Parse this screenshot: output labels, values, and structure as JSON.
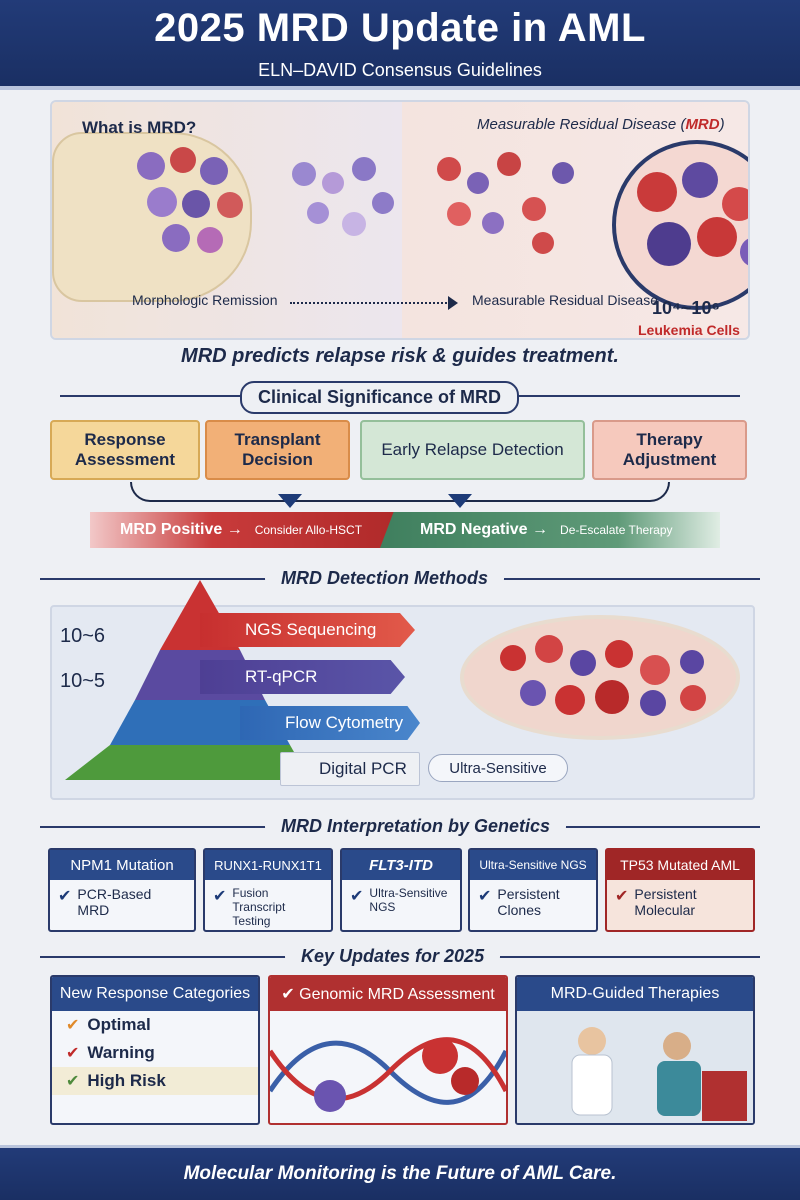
{
  "header": {
    "title": "2025 MRD Update in AML",
    "subtitle": "ELN–DAVID Consensus Guidelines"
  },
  "what_is": {
    "question": "What is MRD?",
    "definition_prefix": "Measurable Residual Disease (",
    "definition_abbr": "MRD",
    "definition_suffix": ")",
    "left_label": "Morphologic Remission",
    "right_label": "Measurable Residual Disease",
    "cell_count": "10⁴~10⁶",
    "cell_count_label": "Leukemia Cells"
  },
  "tagline": "MRD predicts relapse risk & guides treatment.",
  "clinical": {
    "heading": "Clinical Significance of MRD",
    "boxes": [
      "Response Assessment",
      "Transplant Decision",
      "Early Relapse Detection",
      "Therapy Adjustment"
    ],
    "positive_label": "MRD Positive →",
    "positive_action": "Consider Allo-HSCT",
    "negative_label": "MRD Negative →",
    "negative_action": "De-Escalate Therapy"
  },
  "detection": {
    "heading": "MRD Detection Methods",
    "sensitivity_labels": [
      "10~6",
      "10~5"
    ],
    "methods": [
      "NGS Sequencing",
      "RT-qPCR",
      "Flow Cytometry",
      "Digital PCR"
    ],
    "tag": "Ultra-Sensitive"
  },
  "genetics": {
    "heading": "MRD Interpretation by Genetics",
    "items": [
      {
        "title": "NPM1 Mutation",
        "body": "PCR-Based MRD"
      },
      {
        "title": "RUNX1-RUNX1T1",
        "body": "Fusion Transcript Testing"
      },
      {
        "title": "FLT3-ITD",
        "body": "Ultra-Sensitive NGS"
      },
      {
        "title": "Ultra-Sensitive NGS",
        "body": "Persistent Clones"
      },
      {
        "title": "TP53 Mutated AML",
        "body": "Persistent Molecular"
      }
    ]
  },
  "updates": {
    "heading": "Key Updates for 2025",
    "response": {
      "title": "New Response Categories",
      "rows": [
        "Optimal",
        "Warning",
        "High Risk"
      ]
    },
    "genomic": {
      "title": "✔ Genomic MRD Assessment"
    },
    "therapies": {
      "title": "MRD-Guided Therapies"
    }
  },
  "footer": "Molecular Monitoring is the Future of AML Care.",
  "colors": {
    "navy": "#223b78",
    "red": "#c02a2a",
    "green": "#3f7f5e"
  }
}
